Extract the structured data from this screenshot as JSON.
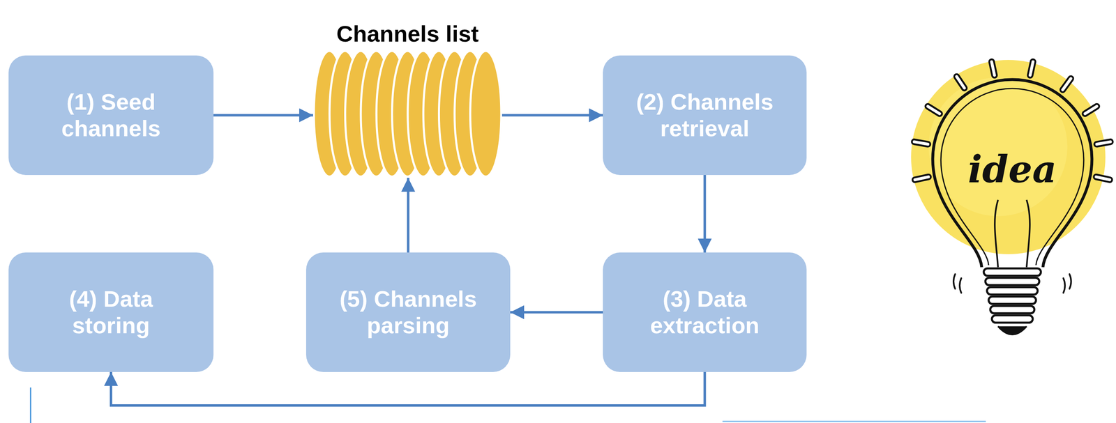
{
  "diagram": {
    "nodes": [
      {
        "text": [
          "(1) Seed channels"
        ]
      },
      {
        "text": [
          "Channels list"
        ]
      },
      {
        "text": [
          "(2) Channels retrieval"
        ]
      },
      {
        "text": [
          "(4) Data storing"
        ]
      },
      {
        "text": [
          "(5) Channels parsing"
        ]
      },
      {
        "text": [
          "(3) Data extraction"
        ]
      }
    ],
    "edges": [
      {
        "from": 0,
        "to": 1,
        "arrow": "to"
      },
      {
        "from": 1,
        "to": 2,
        "arrow": "to"
      },
      {
        "from": 2,
        "to": 5,
        "arrow": "to"
      },
      {
        "from": 5,
        "to": 4,
        "arrow": "to"
      },
      {
        "from": 4,
        "to": 1,
        "arrow": "to"
      },
      {
        "from": 5,
        "to": 3,
        "arrow": "to"
      }
    ],
    "labels": [
      "idea"
    ]
  }
}
